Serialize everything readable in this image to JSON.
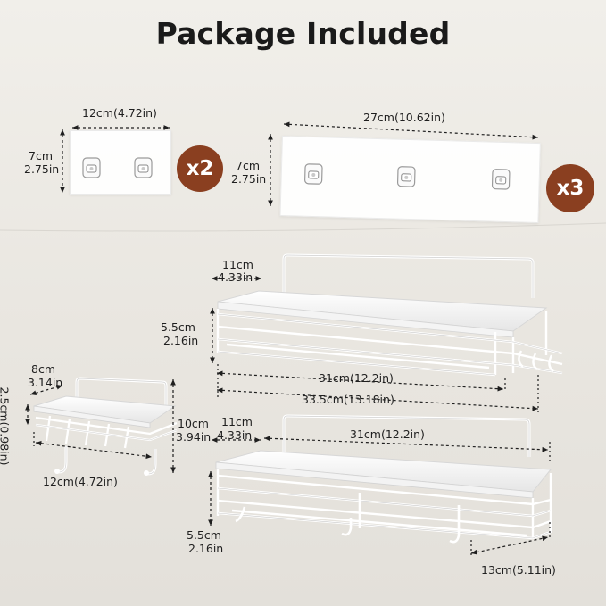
{
  "title": "Package Included",
  "stickers": {
    "small": {
      "width_label": "12cm(4.72in)",
      "height_cm": "7cm",
      "height_in": "2.75in",
      "quantity": "x2"
    },
    "large": {
      "width_label": "27cm(10.62in)",
      "height_cm": "7cm",
      "height_in": "2.75in",
      "quantity": "x3"
    }
  },
  "shelf_top": {
    "depth_cm": "11cm",
    "depth_in": "4.33in",
    "height_cm": "5.5cm",
    "height_in": "2.16in",
    "inner_width": "31cm(12.2in)",
    "outer_width": "33.5cm(13.18in)"
  },
  "soap_dish": {
    "depth_cm": "8cm",
    "depth_in": "3.14in",
    "side_height": "2.5cm(0.98in)",
    "height_cm": "10cm",
    "height_in": "3.94in",
    "width": "12cm(4.72in)"
  },
  "shelf_bottom": {
    "depth_cm": "11cm",
    "depth_in": "4.33in",
    "width": "31cm(12.2in)",
    "height_cm": "5.5cm",
    "height_in": "2.16in",
    "hook_span": "13cm(5.11in)"
  }
}
